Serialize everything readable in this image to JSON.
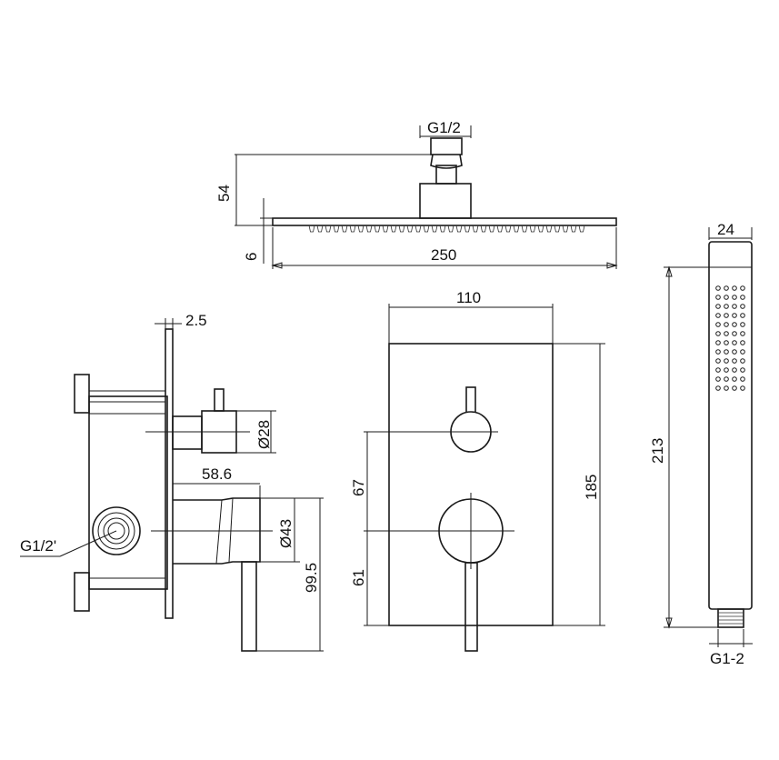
{
  "labels": {
    "head_thread": "G1/2",
    "head_height": "54",
    "head_thickness": "6",
    "head_width": "250",
    "handset_width": "24",
    "handset_length": "213",
    "handset_thread": "G1-2",
    "plate_offset": "2.5",
    "stem_dia": "Ø28",
    "spout_depth": "58.6",
    "lever_dia": "Ø43",
    "body_depth": "99.5",
    "inlet_thread": "G1/2'",
    "plate_width": "110",
    "plate_height": "185",
    "upper_spacing": "67",
    "lower_spacing": "61"
  }
}
